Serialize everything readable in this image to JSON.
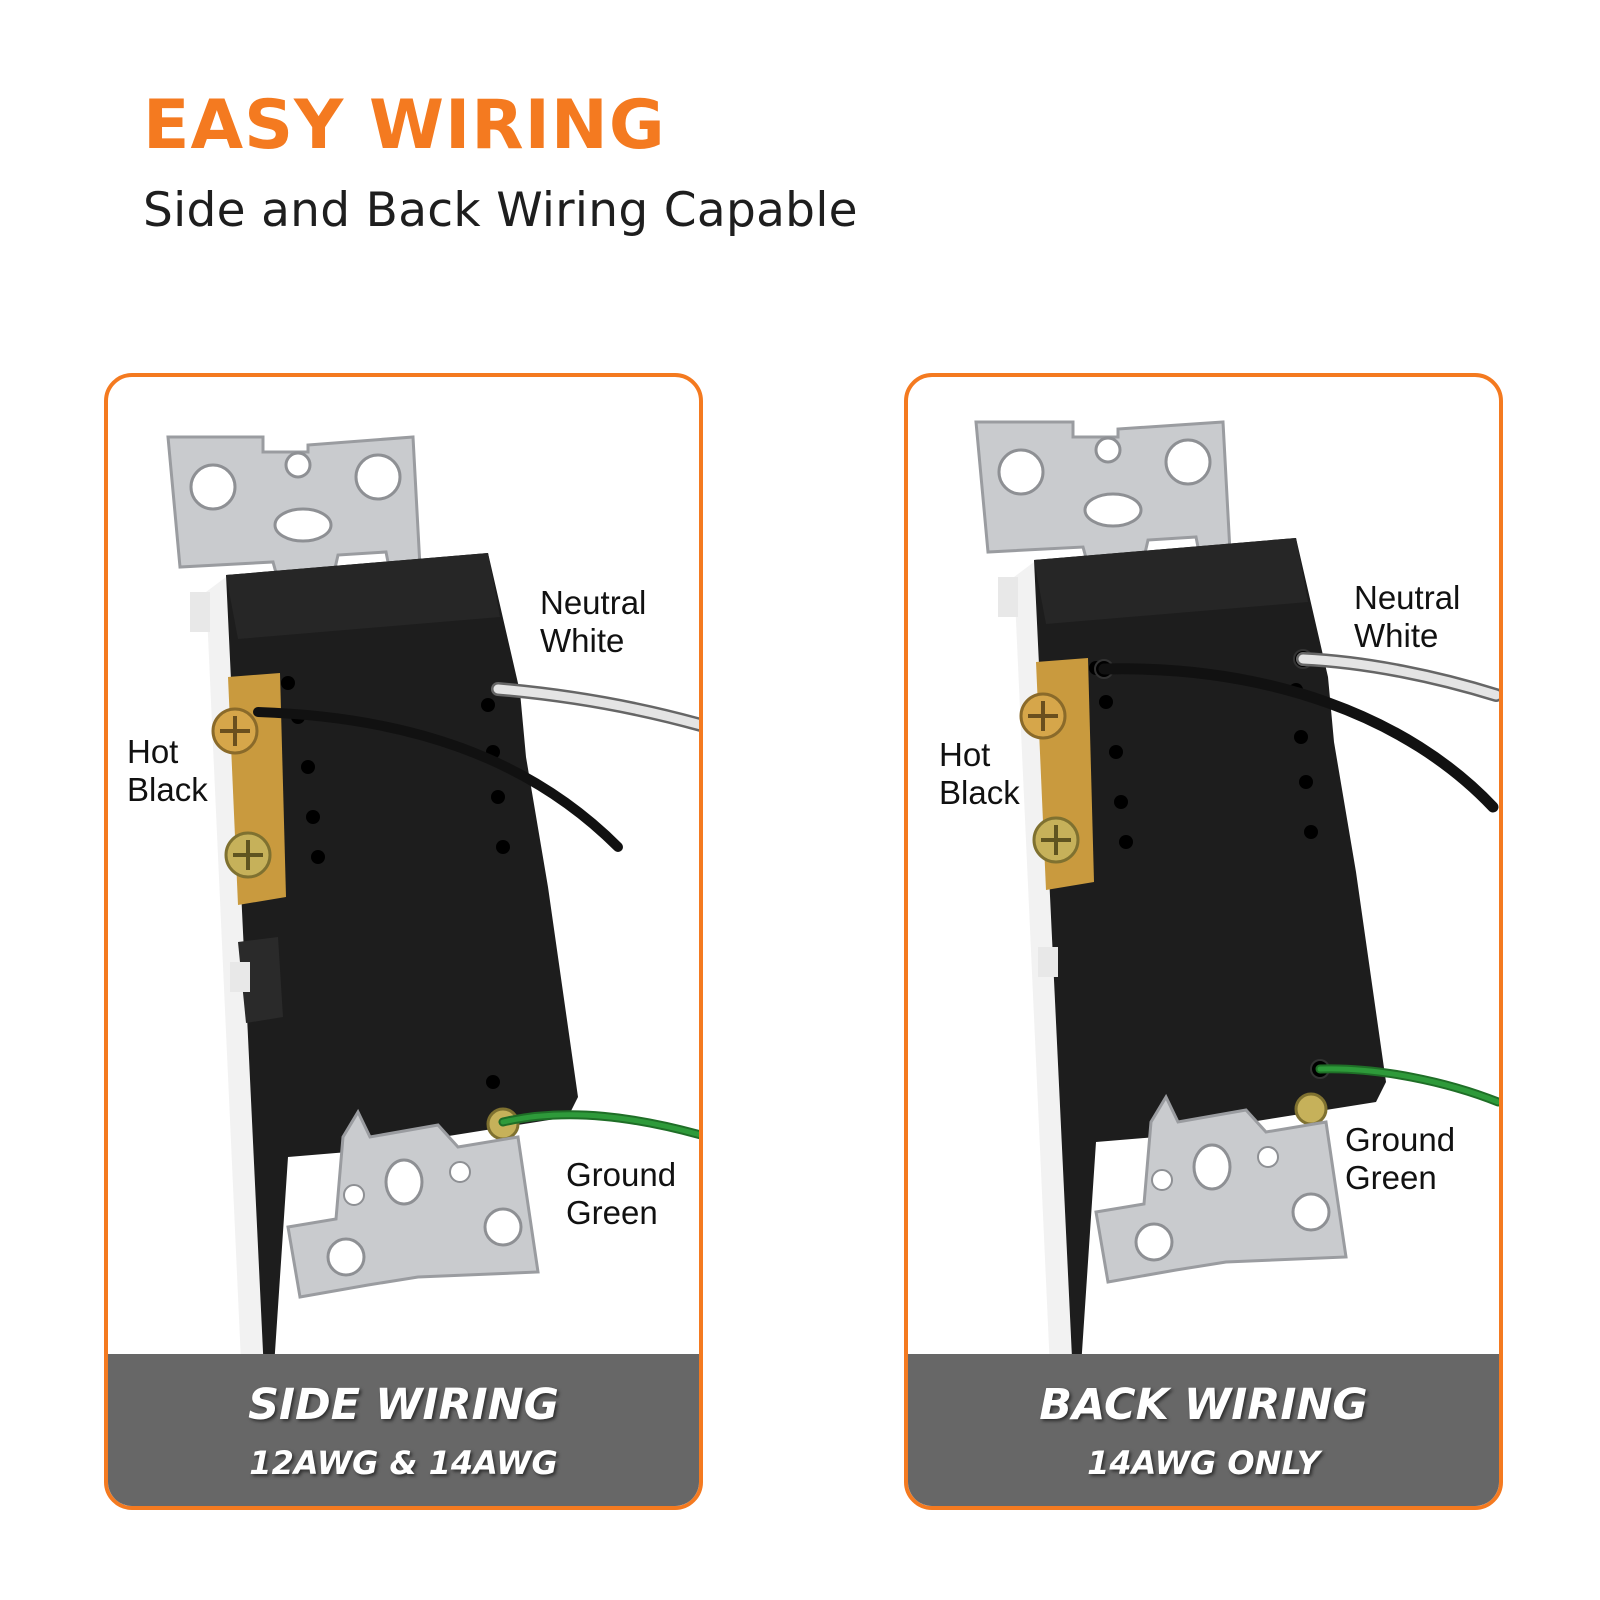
{
  "header": {
    "title": "EASY WIRING",
    "subtitle": "Side and Back Wiring Capable"
  },
  "panels": [
    {
      "neutral_line1": "Neutral",
      "neutral_line2": "White",
      "hot_line1": "Hot",
      "hot_line2": "Black",
      "ground_line1": "Ground",
      "ground_line2": "Green",
      "footer_title": "SIDE WIRING",
      "footer_subtitle": "12AWG & 14AWG"
    },
    {
      "neutral_line1": "Neutral",
      "neutral_line2": "White",
      "hot_line1": "Hot",
      "hot_line2": "Black",
      "ground_line1": "Ground",
      "ground_line2": "Green",
      "footer_title": "BACK WIRING",
      "footer_subtitle": "14AWG ONLY"
    }
  ],
  "colors": {
    "accent": "#f47a20",
    "footer_bg": "#676767",
    "receptacle_body": "#1d1d1d",
    "strap_metal": "#c9cbce",
    "neutral_wire": "#e4e4e4",
    "hot_wire": "#111111",
    "ground_wire": "#2e9a3a",
    "terminal_brass": "#c99a3e"
  }
}
